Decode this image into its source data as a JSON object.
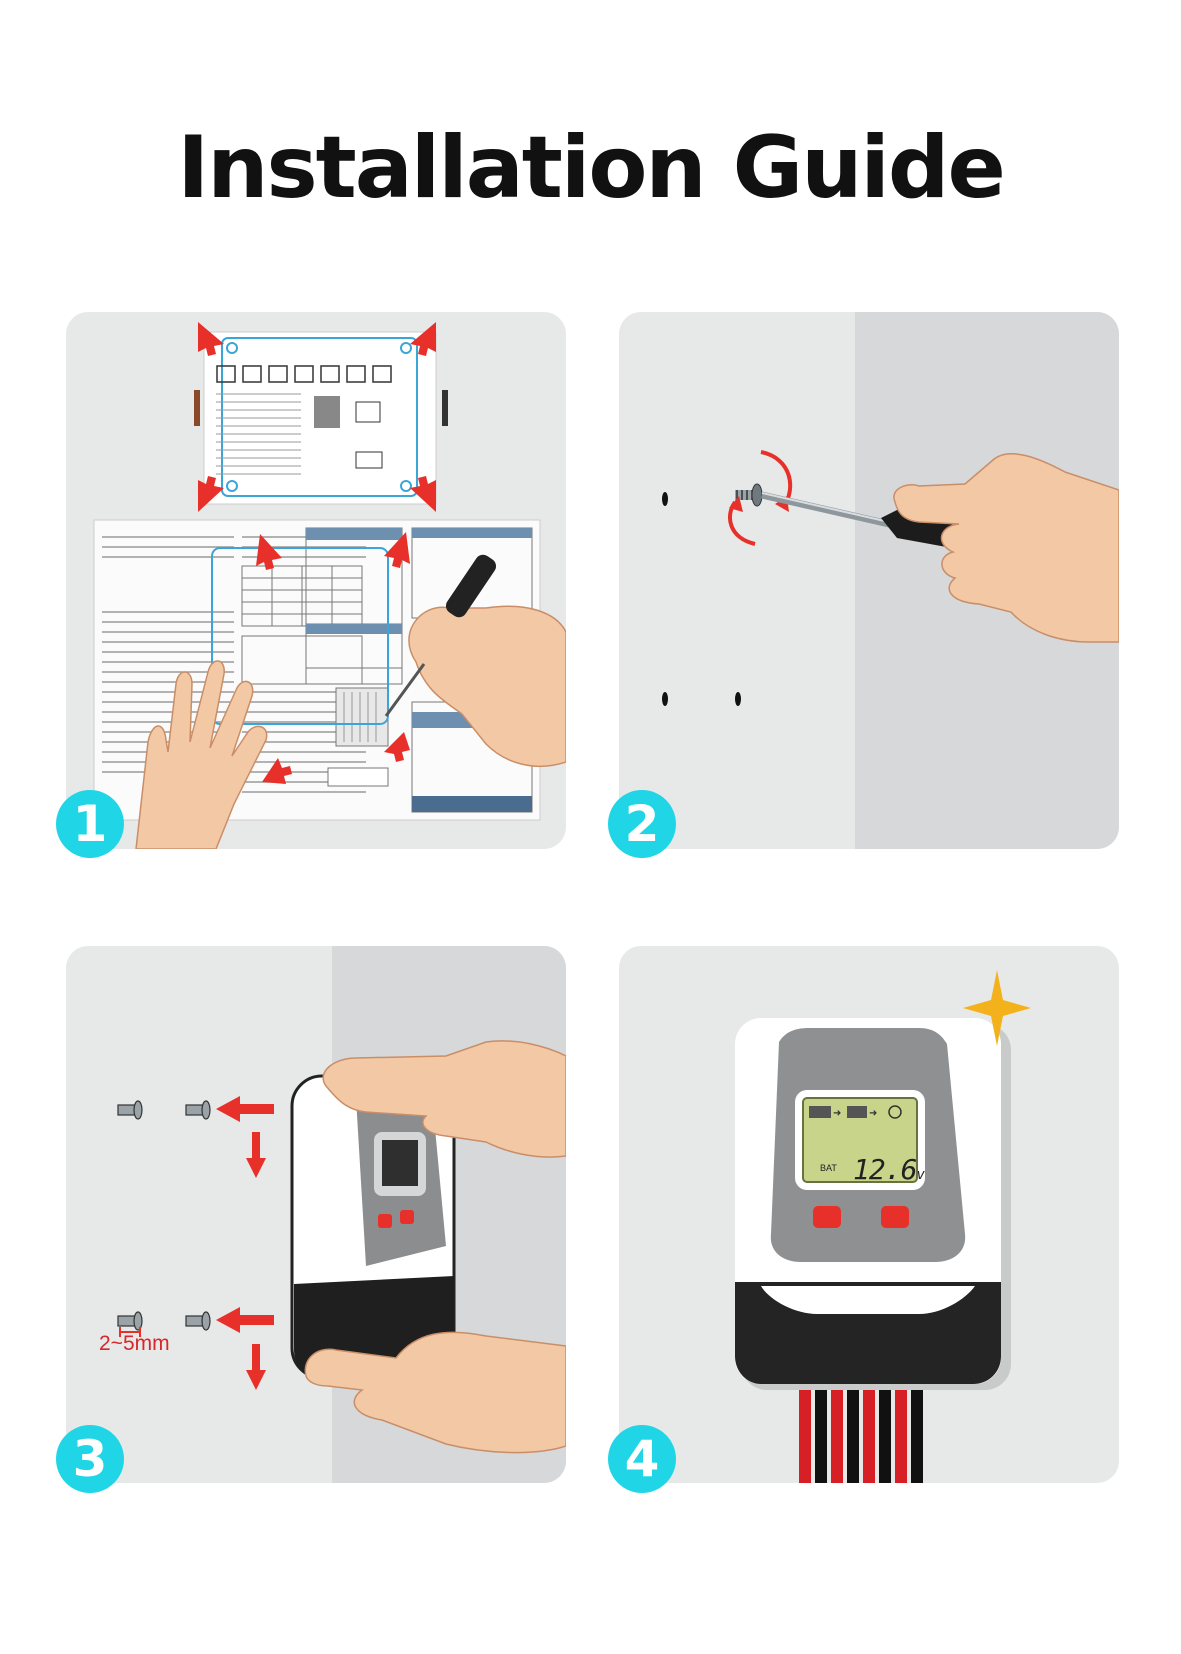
{
  "page": {
    "title": "Installation Guide"
  },
  "steps": [
    {
      "number": "1",
      "illustration": "mounting-template-on-wall"
    },
    {
      "number": "2",
      "illustration": "screwdriver-driving-screw"
    },
    {
      "number": "3",
      "illustration": "hanging-controller-on-screws",
      "gap_label": "2~5mm"
    },
    {
      "number": "4",
      "illustration": "installed-charge-controller",
      "display": {
        "label": "BAT",
        "reading": "12.6",
        "unit": "v"
      }
    }
  ],
  "colors": {
    "badge": "#20d6e6",
    "arrow": "#e8302a",
    "panel": "#e7e8e8",
    "accent_star": "#f3b21c"
  }
}
